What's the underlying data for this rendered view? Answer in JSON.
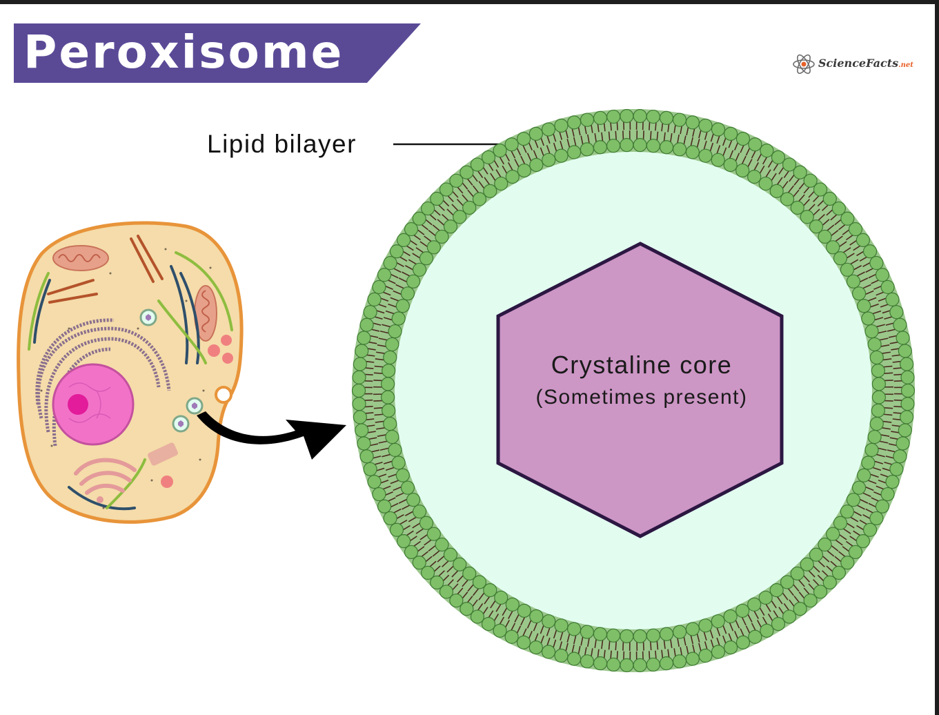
{
  "title": "Peroxisome",
  "logo": {
    "text": "ScienceFacts",
    "tld": ".net",
    "icon": "atom-icon"
  },
  "labels": {
    "lipid_bilayer": "Lipid bilayer",
    "core": "Crystaline core",
    "core_note": "(Sometimes present)"
  },
  "colors": {
    "title_banner": "#5a4a96",
    "membrane_head": "#7fbf67",
    "membrane_head_stroke": "#3f7a34",
    "membrane_tail": "#4a2a1e",
    "lumen": "#e2fdf0",
    "core_fill": "#cc96c5",
    "core_stroke": "#2c1742",
    "cell_fill": "#f5dcaa",
    "cell_stroke": "#e8943a",
    "nucleus": "#f272c8",
    "arrow": "#000000"
  }
}
